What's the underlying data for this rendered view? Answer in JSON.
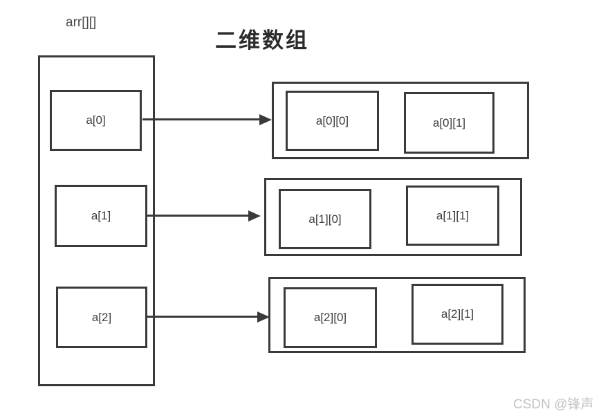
{
  "labels": {
    "title": "二维数组",
    "array_name": "arr[][]",
    "watermark": "CSDN @锋声"
  },
  "pointers": [
    {
      "label": "a[0]"
    },
    {
      "label": "a[1]"
    },
    {
      "label": "a[2]"
    }
  ],
  "rows": [
    {
      "cells": [
        {
          "label": "a[0][0]"
        },
        {
          "label": "a[0][1]"
        }
      ]
    },
    {
      "cells": [
        {
          "label": "a[1][0]"
        },
        {
          "label": "a[1][1]"
        }
      ]
    },
    {
      "cells": [
        {
          "label": "a[2][0]"
        },
        {
          "label": "a[2][1]"
        }
      ]
    }
  ],
  "colors": {
    "line": "#3a3a3a",
    "text": "#3c3c3c",
    "watermark": "#c3c3c3",
    "background": "#ffffff"
  }
}
